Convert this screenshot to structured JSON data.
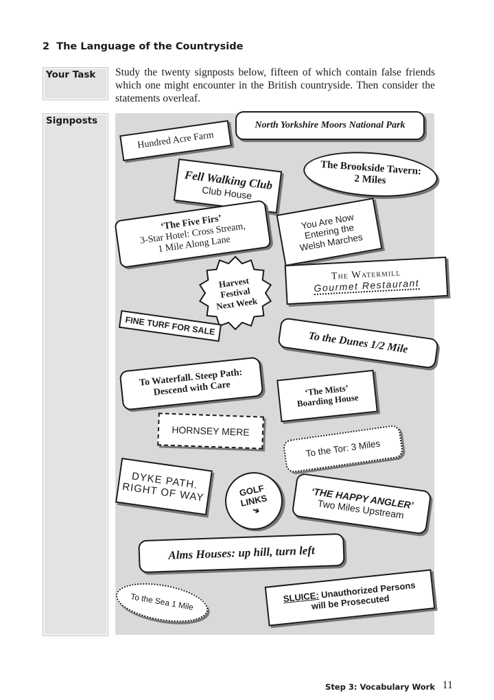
{
  "section": {
    "number": "2",
    "title": "The Language of the Countryside"
  },
  "task": {
    "label": "Your Task",
    "text": "Study the twenty signposts below, fifteen of which contain false friends which one might encounter in the British countryside. Then consider the statements overleaf."
  },
  "signposts_label": "Signposts",
  "signs": {
    "hundred_acre": "Hundred Acre Farm",
    "north_yorkshire": "North Yorkshire Moors National Park",
    "fell_walking_1": "Fell Walking Club",
    "fell_walking_2": "Club House",
    "brookside_1": "The Brookside Tavern:",
    "brookside_2": "2 Miles",
    "five_firs_1": "‘The Five Firs’",
    "five_firs_2": "3-Star Hotel: Cross Stream,",
    "five_firs_3": "1 Mile Along Lane",
    "welsh_1": "You Are Now",
    "welsh_2": "Entering the",
    "welsh_3": "Welsh Marches",
    "harvest_1": "Harvest",
    "harvest_2": "Festival",
    "harvest_3": "Next Week",
    "watermill_1": "The Watermill",
    "watermill_2": "Gourmet Restaurant",
    "fine_turf": "FINE TURF FOR SALE",
    "dunes": "To the Dunes 1/2 Mile",
    "waterfall_1": "To Waterfall. Steep Path:",
    "waterfall_2": "Descend with Care",
    "mists_1": "‘The Mists’",
    "mists_2": "Boarding House",
    "hornsey": "HORNSEY MERE",
    "tor": "To the Tor: 3 Miles",
    "dyke_1": "DYKE PATH.",
    "dyke_2": "RIGHT OF WAY",
    "golf_1": "GOLF",
    "golf_2": "LINKS",
    "golf_arrow": "➔",
    "angler_1": "‘THE HAPPY ANGLER’",
    "angler_2": "Two Miles Upstream",
    "alms": "Alms Houses: up hill, turn left",
    "sea": "To the Sea 1 Mile",
    "sluice_word": "SLUICE:",
    "sluice_1": "Unauthorized Persons",
    "sluice_2": "will be Prosecuted"
  },
  "footer": {
    "step": "Step 3: Vocabulary Work",
    "page": "11"
  }
}
